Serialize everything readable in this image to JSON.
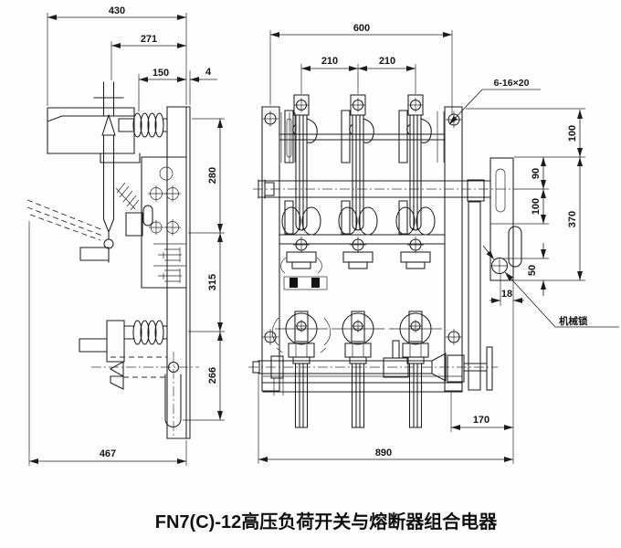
{
  "caption": "FN7(C)-12高压负荷开关与熔断器组合电器",
  "annotations": {
    "hole_spec": "6-16×20",
    "mechanical_lock": "机械锁"
  },
  "side_view_dims": {
    "overall_width": "430",
    "rod_offset": "271",
    "upper_width": "150",
    "plate_gap": "4",
    "upper_height": "280",
    "middle_height": "315",
    "lower_height": "266",
    "base_width": "467"
  },
  "front_view_dims": {
    "frame_width": "600",
    "pole_pitch_left": "210",
    "pole_pitch_right": "210",
    "top_height": "100",
    "bracket_upper": "90",
    "bracket_mid": "100",
    "bracket_total": "370",
    "lock_height": "50",
    "lock_inset": "18",
    "side_extension": "170",
    "overall_width": "890"
  },
  "line_color": "#1c1c1c"
}
